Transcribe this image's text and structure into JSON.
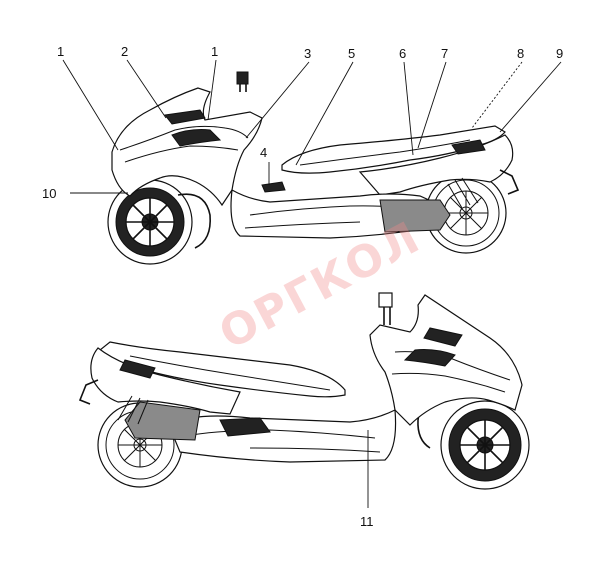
{
  "watermark": "ОРГКОЛ",
  "top_view": {
    "callouts": [
      {
        "label": "1"
      },
      {
        "label": "2"
      },
      {
        "label": "1"
      },
      {
        "label": "3"
      },
      {
        "label": "5"
      },
      {
        "label": "6"
      },
      {
        "label": "7"
      },
      {
        "label": "8"
      },
      {
        "label": "9"
      },
      {
        "label": "4"
      },
      {
        "label": "10"
      }
    ]
  },
  "bottom_view": {
    "callouts": [
      {
        "label": "11"
      }
    ]
  }
}
